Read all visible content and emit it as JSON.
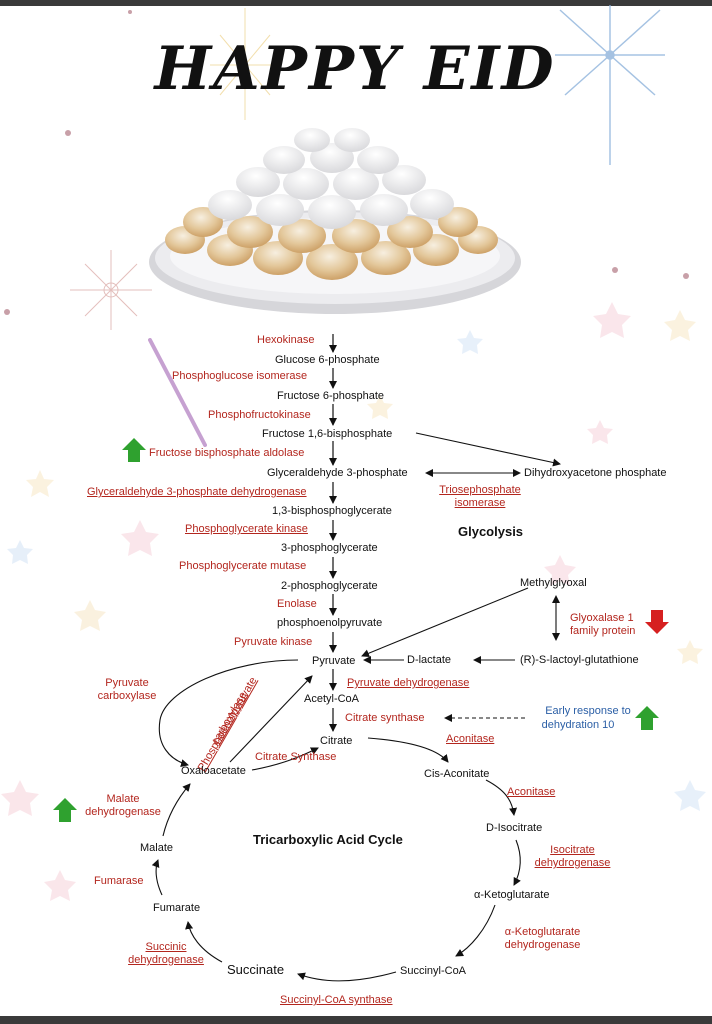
{
  "title": "HAPPY EID",
  "image": {
    "plate": "cookie-plate"
  },
  "colors": {
    "enzyme": "#b3261e",
    "text": "#111111",
    "blue": "#2b5fa6",
    "arrow_up": "#2fa12f",
    "arrow_down": "#d62020"
  },
  "sections": {
    "glycolysis": "Glycolysis",
    "tca": "Tricarboxylic Acid Cycle"
  },
  "metabolites": {
    "g6p": "Glucose 6-phosphate",
    "f6p": "Fructose 6-phosphate",
    "f16bp": "Fructose 1,6-bisphosphate",
    "g3p": "Glyceraldehyde 3-phosphate",
    "dhap": "Dihydroxyacetone phosphate",
    "bpg13": "1,3-bisphosphoglycerate",
    "pg3": "3-phosphoglycerate",
    "pg2": "2-phosphoglycerate",
    "pep": "phosphoenolpyruvate",
    "pyruvate": "Pyruvate",
    "acetylcoa": "Acetyl-CoA",
    "citrate": "Citrate",
    "oxaloacetate": "Oxaloacetate",
    "cisaconitate": "Cis-Aconitate",
    "disocitrate": "D-Isocitrate",
    "akg": "α-Ketoglutarate",
    "succinylcoa": "Succinyl-CoA",
    "succinate": "Succinate",
    "fumarate": "Fumarate",
    "malate": "Malate",
    "methylglyoxal": "Methylglyoxal",
    "dlactate": "D-lactate",
    "lactoylglut": "(R)-S-lactoyl-glutathione"
  },
  "enzymes": {
    "hexokinase": "Hexokinase",
    "pgi": "Phosphoglucose isomerase",
    "pfk": "Phosphofructokinase",
    "fbpase": "Fructose bisphosphate aldolase",
    "gapdh": "Glyceraldehyde 3-phosphate dehydrogenase",
    "tpi_1": "Triosephosphate",
    "tpi_2": "isomerase",
    "pgk": "Phosphoglycerate kinase",
    "pgm": "Phosphoglycerate mutase",
    "enolase": "Enolase",
    "pk": "Pyruvate kinase",
    "pc_1": "Pyruvate",
    "pc_2": "carboxylase",
    "pepck_1": "Phosphoenolpyruvate",
    "pepck_2": "carboxylase",
    "pdh": "Pyruvate dehydrogenase",
    "cs": "Citrate synthase",
    "cs2": "Citrate Synthase",
    "aconitase1": "Aconitase",
    "aconitase2": "Aconitase",
    "idh_1": "Isocitrate",
    "idh_2": "dehydrogenase",
    "akgdh_1": "α-Ketoglutarate",
    "akgdh_2": "dehydrogenase",
    "scs": "Succinyl-CoA synthase",
    "sdh_1": "Succinic",
    "sdh_2": "dehydrogenase",
    "fumarase": "Fumarase",
    "mdh_1": "Malate",
    "mdh_2": "dehydrogenase",
    "glo1_1": "Glyoxalase 1",
    "glo1_2": "family protein",
    "erd_1": "Early response to",
    "erd_2": "dehydration 10"
  }
}
